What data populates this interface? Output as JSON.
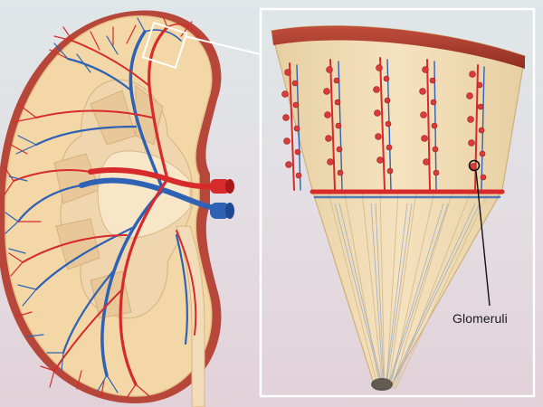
{
  "labels": {
    "glomeruli": "Glomeruli"
  },
  "colors": {
    "cortex": "#f3d7a6",
    "cortex_edge": "#e9c48e",
    "capsule": "#a73a2b",
    "artery": "#d72a2a",
    "vein": "#2f62b5",
    "medulla": "#ecc9a0",
    "inset_frame": "#ffffff",
    "background_top": "#dfe7e9",
    "background_bottom": "#e2d1d8"
  },
  "icons": {
    "zoom_region": "zoom-box",
    "callout_marker": "glomerulus-circle"
  }
}
